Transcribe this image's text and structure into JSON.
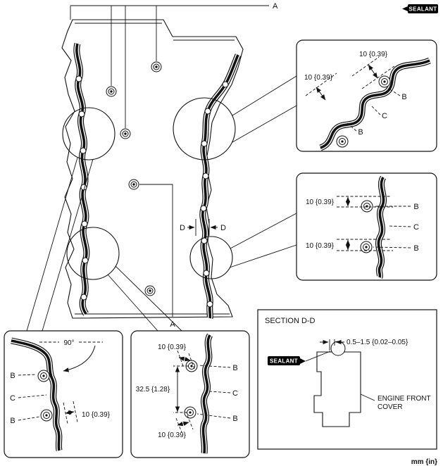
{
  "figure": {
    "units": "mm {in}",
    "sealant_badge": "SEALANT"
  },
  "main": {
    "label_a_top": "A",
    "label_a_bottom": "A",
    "label_d_left": "D",
    "label_d_right": "D"
  },
  "detail_top_right": {
    "dim_outer": "10 {0.39}",
    "dim_inner": "10 {0.39}",
    "label_b_upper": "B",
    "label_c": "C",
    "label_b_lower": "B"
  },
  "detail_mid_right": {
    "dim_upper": "10 {0.39}",
    "dim_lower": "10 {0.39}",
    "label_b_upper": "B",
    "label_c": "C",
    "label_b_lower": "B"
  },
  "detail_bottom_left": {
    "angle": "90°",
    "label_b_upper": "B",
    "label_c": "C",
    "label_b_lower": "B",
    "dim": "10 {0.39}"
  },
  "detail_bottom_mid": {
    "dim_top": "10 {0.39}",
    "dim_span": "32.5 {1.28}",
    "dim_bottom": "10 {0.39}",
    "label_b_upper": "B",
    "label_c": "C",
    "label_b_lower": "B"
  },
  "section_dd": {
    "title": "SECTION D-D",
    "dim": "0.5–1.5 {0.02–0.05}",
    "sealant_badge": "SEALANT",
    "part_line1": "ENGINE FRONT",
    "part_line2": "COVER"
  },
  "colors": {
    "ink": "#111111",
    "badge_bg": "#000000",
    "badge_text": "#ffffff",
    "background": "#ffffff"
  }
}
